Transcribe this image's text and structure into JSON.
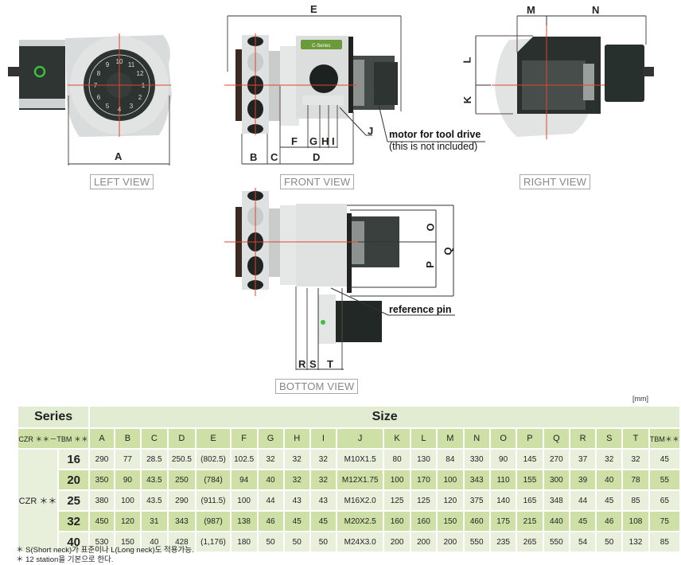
{
  "views": {
    "left": "LEFT VIEW",
    "front": "FRONT VIEW",
    "right": "RIGHT VIEW",
    "bottom": "BOTTOM VIEW"
  },
  "product_badge": "C-Series",
  "dimension_labels": {
    "A": "A",
    "B": "B",
    "C": "C",
    "D": "D",
    "E": "E",
    "F": "F",
    "G": "G",
    "H": "H",
    "I": "I",
    "J": "J",
    "K": "K",
    "L": "L",
    "M": "M",
    "N": "N",
    "O": "O",
    "P": "P",
    "Q": "Q",
    "R": "R",
    "S": "S",
    "T": "T"
  },
  "dial_numbers": [
    "1",
    "2",
    "3",
    "4",
    "5",
    "6",
    "7",
    "8",
    "9",
    "10",
    "11",
    "12"
  ],
  "annotations": {
    "motor_line1": "motor for tool drive",
    "motor_line2": "(this is not included)",
    "reference_pin": "reference pin"
  },
  "table": {
    "unit": "[mm]",
    "series_header": "Series",
    "size_header": "Size",
    "model_header": "CZR ＊＊－TBM ＊＊",
    "columns": [
      "A",
      "B",
      "C",
      "D",
      "E",
      "F",
      "G",
      "H",
      "I",
      "J",
      "K",
      "L",
      "M",
      "N",
      "O",
      "P",
      "Q",
      "R",
      "S",
      "T",
      "TBM＊＊"
    ],
    "group_label": "CZR ＊＊",
    "rows": [
      {
        "size": "16",
        "values": [
          "290",
          "77",
          "28.5",
          "250.5",
          "(802.5)",
          "102.5",
          "32",
          "32",
          "32",
          "M10X1.5",
          "80",
          "130",
          "84",
          "330",
          "90",
          "145",
          "270",
          "37",
          "32",
          "32",
          "45"
        ]
      },
      {
        "size": "20",
        "values": [
          "350",
          "90",
          "43.5",
          "250",
          "(784)",
          "94",
          "40",
          "32",
          "32",
          "M12X1.75",
          "100",
          "170",
          "100",
          "343",
          "110",
          "155",
          "300",
          "39",
          "40",
          "78",
          "55"
        ]
      },
      {
        "size": "25",
        "values": [
          "380",
          "100",
          "43.5",
          "290",
          "(911.5)",
          "100",
          "44",
          "43",
          "43",
          "M16X2.0",
          "125",
          "125",
          "120",
          "375",
          "140",
          "165",
          "348",
          "44",
          "45",
          "85",
          "65"
        ]
      },
      {
        "size": "32",
        "values": [
          "450",
          "120",
          "31",
          "343",
          "(987)",
          "138",
          "46",
          "45",
          "45",
          "M20X2.5",
          "160",
          "160",
          "150",
          "460",
          "175",
          "215",
          "440",
          "45",
          "46",
          "108",
          "75"
        ]
      },
      {
        "size": "40",
        "values": [
          "530",
          "150",
          "40",
          "428",
          "(1,176)",
          "180",
          "50",
          "50",
          "50",
          "M24X3.0",
          "200",
          "200",
          "200",
          "550",
          "235",
          "265",
          "550",
          "54",
          "50",
          "132",
          "85"
        ]
      }
    ]
  },
  "footnotes": [
    "＊ S(Short neck)가 표준이나 L(Long neck)도 적용가능.",
    "＊ 12 station을 기본으로 한다."
  ],
  "colors": {
    "header_light": "#e2ecd3",
    "header_dark": "#cfe0a6",
    "centerline": "#e0452b",
    "badge_green": "#6a9a3a"
  }
}
